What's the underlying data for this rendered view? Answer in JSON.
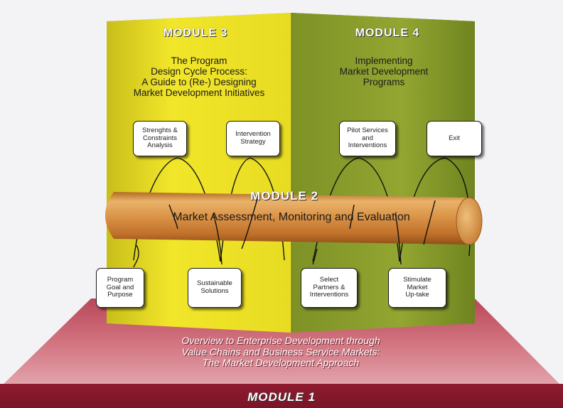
{
  "module1": {
    "title": "MODULE 1",
    "line1": "Overview to Enterprise Development through",
    "line2": "Value Chains and Business Service Markets:",
    "line3": "The Market Development Approach"
  },
  "module2": {
    "title": "MODULE 2",
    "subtitle": "Market Assessment, Monitoring and Evaluation"
  },
  "module3": {
    "title": "MODULE 3",
    "line1": "The Program",
    "line2": "Design Cycle Process:",
    "line3": "A Guide to (Re-) Designing",
    "line4": "Market Development Initiatives"
  },
  "module4": {
    "title": "MODULE 4",
    "line1": "Implementing",
    "line2": "Market Development",
    "line3": "Programs"
  },
  "cards": {
    "strengths": [
      "Strenghts &",
      "Constraints",
      "Analysis"
    ],
    "intervention": [
      "Intervention",
      "Strategy"
    ],
    "pilot": [
      "Pilot Services",
      "and",
      "Interventions"
    ],
    "exit": [
      "Exit"
    ],
    "program": [
      "Program",
      "Goal and",
      "Purpose"
    ],
    "sustainable": [
      "Sustainable",
      "Solutions"
    ],
    "select": [
      "Select",
      "Partners &",
      "Interventions"
    ],
    "stimulate": [
      "Stimulate",
      "Market",
      "Up-take"
    ]
  },
  "colors": {
    "module1_base": "#a8243a",
    "module1_face": "#c75a68",
    "module3_yellow": "#e6da1e",
    "module4_green": "#8c9f2c",
    "module2_tube": "#d4873a"
  }
}
